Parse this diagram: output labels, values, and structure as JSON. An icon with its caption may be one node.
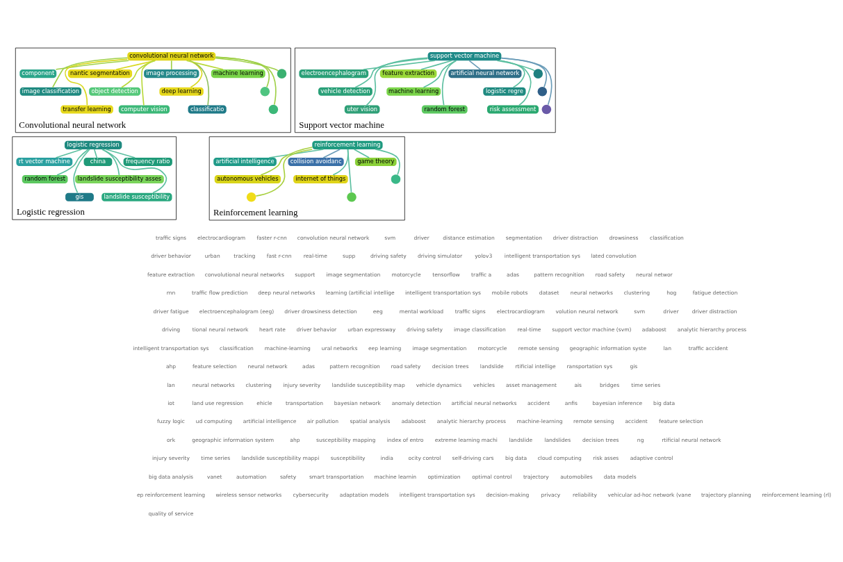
{
  "diagram": {
    "nodes": [
      {
        "text": [
          "Convolutional neural network"
        ]
      },
      {
        "text": [
          "convolutional neural network"
        ],
        "in": 0
      },
      {
        "text": [
          "component"
        ],
        "in": 0
      },
      {
        "text": [
          "image classification"
        ],
        "in": 0
      },
      {
        "text": [
          "transfer learning"
        ],
        "in": 0
      },
      {
        "text": [
          "nantic segmentation"
        ],
        "in": 0
      },
      {
        "text": [
          "object detection"
        ],
        "in": 0
      },
      {
        "text": [
          "computer vision"
        ],
        "in": 0
      },
      {
        "text": [
          "image processing"
        ],
        "in": 0
      },
      {
        "text": [
          "deep learning"
        ],
        "in": 0
      },
      {
        "text": [
          "classificatio"
        ],
        "in": 0
      },
      {
        "text": [
          "machine learning"
        ],
        "in": 0
      },
      {
        "text": [],
        "shape": "circle",
        "in": 0
      },
      {
        "text": [],
        "shape": "circle",
        "in": 0
      },
      {
        "text": [],
        "shape": "circle",
        "in": 0
      },
      {
        "text": [
          "Support vector machine"
        ]
      },
      {
        "text": [
          "support vector machine"
        ],
        "in": 15
      },
      {
        "text": [
          "electroencephalogram"
        ],
        "in": 15
      },
      {
        "text": [
          "vehicle detection"
        ],
        "in": 15
      },
      {
        "text": [
          "uter vision"
        ],
        "in": 15
      },
      {
        "text": [
          "feature extraction"
        ],
        "in": 15
      },
      {
        "text": [
          "machine learning"
        ],
        "in": 15
      },
      {
        "text": [
          "random forest"
        ],
        "in": 15
      },
      {
        "text": [
          "artificial neural network"
        ],
        "in": 15
      },
      {
        "text": [
          "logistic regre"
        ],
        "in": 15
      },
      {
        "text": [
          "risk assessment"
        ],
        "in": 15
      },
      {
        "text": [],
        "shape": "circle",
        "in": 15
      },
      {
        "text": [],
        "shape": "circle",
        "in": 15
      },
      {
        "text": [],
        "shape": "circle",
        "in": 15
      },
      {
        "text": [
          "Logistic regression"
        ]
      },
      {
        "text": [
          "logistic regression"
        ],
        "in": 29
      },
      {
        "text": [
          "rt vector machine"
        ],
        "in": 29
      },
      {
        "text": [
          "random forest"
        ],
        "in": 29
      },
      {
        "text": [
          "gis"
        ],
        "in": 29
      },
      {
        "text": [
          "china"
        ],
        "in": 29
      },
      {
        "text": [
          "landslide susceptibility asses"
        ],
        "in": 29
      },
      {
        "text": [
          "landslide susceptibility"
        ],
        "in": 29
      },
      {
        "text": [
          "frequency ratio"
        ],
        "in": 29
      },
      {
        "text": [
          "Reinforcement learning"
        ]
      },
      {
        "text": [
          "reinforcement learning"
        ],
        "in": 38
      },
      {
        "text": [
          "artificial intelligence"
        ],
        "in": 38
      },
      {
        "text": [
          "autonomous vehicles"
        ],
        "in": 38
      },
      {
        "text": [],
        "shape": "circle",
        "in": 38
      },
      {
        "text": [
          "collision avoidanc"
        ],
        "in": 38
      },
      {
        "text": [
          "internet of things"
        ],
        "in": 38
      },
      {
        "text": [],
        "shape": "circle",
        "in": 38
      },
      {
        "text": [
          "game theory"
        ],
        "in": 38
      },
      {
        "text": [],
        "shape": "circle",
        "in": 38
      }
    ],
    "edges": [
      {
        "from": 1,
        "to": 2,
        "arrow": "none",
        "color": "#9fd048"
      },
      {
        "from": 1,
        "to": 3,
        "arrow": "none",
        "color": "#9fd048"
      },
      {
        "from": 1,
        "to": 4,
        "arrow": "none",
        "color": "#d8d820"
      },
      {
        "from": 1,
        "to": 5,
        "arrow": "none",
        "color": "#d8d820"
      },
      {
        "from": 1,
        "to": 6,
        "arrow": "none",
        "color": "#b8d838"
      },
      {
        "from": 1,
        "to": 7,
        "arrow": "none",
        "color": "#b8d838"
      },
      {
        "from": 1,
        "to": 8,
        "arrow": "none",
        "color": "#9fd048"
      },
      {
        "from": 1,
        "to": 9,
        "arrow": "none",
        "color": "#d8d820"
      },
      {
        "from": 1,
        "to": 10,
        "arrow": "none",
        "color": "#8fc060"
      },
      {
        "from": 1,
        "to": 11,
        "arrow": "none",
        "color": "#b8d838"
      },
      {
        "from": 1,
        "to": 12,
        "arrow": "none",
        "color": "#9fd048"
      },
      {
        "from": 1,
        "to": 13,
        "arrow": "none",
        "color": "#9fd048"
      },
      {
        "from": 1,
        "to": 14,
        "arrow": "none",
        "color": "#9fd048"
      },
      {
        "from": 16,
        "to": 17,
        "arrow": "none"
      },
      {
        "from": 16,
        "to": 18,
        "arrow": "none"
      },
      {
        "from": 16,
        "to": 19,
        "arrow": "none"
      },
      {
        "from": 16,
        "to": 20,
        "arrow": "none"
      },
      {
        "from": 16,
        "to": 21,
        "arrow": "none"
      },
      {
        "from": 16,
        "to": 22,
        "arrow": "none"
      },
      {
        "from": 16,
        "to": 23,
        "arrow": "none",
        "color": "#6a9cb8"
      },
      {
        "from": 16,
        "to": 24,
        "arrow": "none"
      },
      {
        "from": 16,
        "to": 25,
        "arrow": "none"
      },
      {
        "from": 16,
        "to": 26,
        "arrow": "none"
      },
      {
        "from": 16,
        "to": 27,
        "arrow": "none",
        "color": "#6a9cb8"
      },
      {
        "from": 16,
        "to": 28,
        "arrow": "none",
        "color": "#6a9cb8"
      },
      {
        "from": 30,
        "to": 31,
        "arrow": "none"
      },
      {
        "from": 30,
        "to": 32,
        "arrow": "none"
      },
      {
        "from": 30,
        "to": 33,
        "arrow": "none"
      },
      {
        "from": 30,
        "to": 34,
        "arrow": "none"
      },
      {
        "from": 30,
        "to": 35,
        "arrow": "none"
      },
      {
        "from": 30,
        "to": 36,
        "arrow": "none"
      },
      {
        "from": 30,
        "to": 37,
        "arrow": "none"
      },
      {
        "from": 39,
        "to": 40,
        "arrow": "none"
      },
      {
        "from": 39,
        "to": 41,
        "arrow": "none",
        "color": "#a8d040"
      },
      {
        "from": 39,
        "to": 42,
        "arrow": "none",
        "color": "#a8d040"
      },
      {
        "from": 39,
        "to": 43,
        "arrow": "none",
        "color": "#6a9cb8"
      },
      {
        "from": 39,
        "to": 44,
        "arrow": "none"
      },
      {
        "from": 39,
        "to": 45,
        "arrow": "none"
      },
      {
        "from": 39,
        "to": 46,
        "arrow": "none"
      },
      {
        "from": 39,
        "to": 47,
        "arrow": "none"
      }
    ],
    "labels": [
      "traffic signs",
      "electrocardiogram",
      "faster r-cnn",
      "convolution neural network",
      "svm",
      "driver",
      "distance estimation",
      "segmentation",
      "driver distraction",
      "drowsiness",
      "classification",
      "driver behavior",
      "urban",
      "tracking",
      "fast r-cnn",
      "real-time",
      "supp",
      "driving safety",
      "driving simulator",
      "yolov3",
      "intelligent transportation sys",
      "lated convolution",
      "feature extraction",
      "convolutional neural networks",
      "support",
      "image segmentation",
      "motorcycle",
      "tensorflow",
      "traffic a",
      "adas",
      "pattern recognition",
      "road safety",
      "neural networ",
      "rnn",
      "traffic flow prediction",
      "deep neural networks",
      "learning (artificial intellige",
      "intelligent transportation sys",
      "mobile robots",
      "dataset",
      "neural networks",
      "clustering",
      "hog",
      "fatigue detection",
      "driver fatigue",
      "electroencephalogram (eeg)",
      "driver drowsiness detection",
      "eeg",
      "mental workload",
      "traffic signs",
      "electrocardiogram",
      "volution neural network",
      "svm",
      "driver",
      "driver distraction",
      "driving",
      "tional neural network",
      "heart rate",
      "driver behavior",
      "urban expressway",
      "driving safety",
      "image classification",
      "real-time",
      "support vector machine (svm)",
      "adaboost",
      "analytic hierarchy process",
      "intelligent transportation sys",
      "classification",
      "machine-learning",
      "ural networks",
      "eep learning",
      "image segmentation",
      "motorcycle",
      "remote sensing",
      "geographic information syste",
      "lan",
      "traffic accident",
      "ahp",
      "feature selection",
      "neural network",
      "adas",
      "pattern recognition",
      "road safety",
      "decision trees",
      "landslide",
      "rtificial intellige",
      "ransportation sys",
      "gis",
      "lan",
      "neural networks",
      "clustering",
      "injury severity",
      "landslide susceptibility map",
      "vehicle dynamics",
      "vehicles",
      "asset management",
      "ais",
      "bridges",
      "time series",
      "iot",
      "land use regression",
      "ehicle",
      "transportation",
      "bayesian network",
      "anomaly detection",
      "artificial neural networks",
      "accident",
      "anfis",
      "bayesian inference",
      "big data",
      "fuzzy logic",
      "ud computing",
      "artificial intelligence",
      "air pollution",
      "spatial analysis",
      "adaboost",
      "analytic hierarchy process",
      "machine-learning",
      "remote sensing",
      "accident",
      "feature selection",
      "ork",
      "geographic information system",
      "ahp",
      "susceptibility mapping",
      "index of entro",
      "extreme learning machi",
      "landslide",
      "landslides",
      "decision trees",
      "ng",
      "rtificial neural network",
      "injury severity",
      "time series",
      "landslide susceptibility mappi",
      "susceptibility",
      "india",
      "ocity control",
      "self-driving cars",
      "big data",
      "cloud computing",
      "risk asses",
      "adaptive control",
      "big data analysis",
      "vanet",
      "automation",
      "safety",
      "smart transportation",
      "machine learnin",
      "optimization",
      "optimal control",
      "trajectory",
      "automobiles",
      "data models",
      "ep reinforcement learning",
      "wireless sensor networks",
      "cybersecurity",
      "adaptation models",
      "intelligent transportation sys",
      "decision-making",
      "privacy",
      "reliability",
      "vehicular ad-hoc network (vane",
      "trajectory planning",
      "reinforcement learning (rl)",
      "quality of service"
    ]
  }
}
